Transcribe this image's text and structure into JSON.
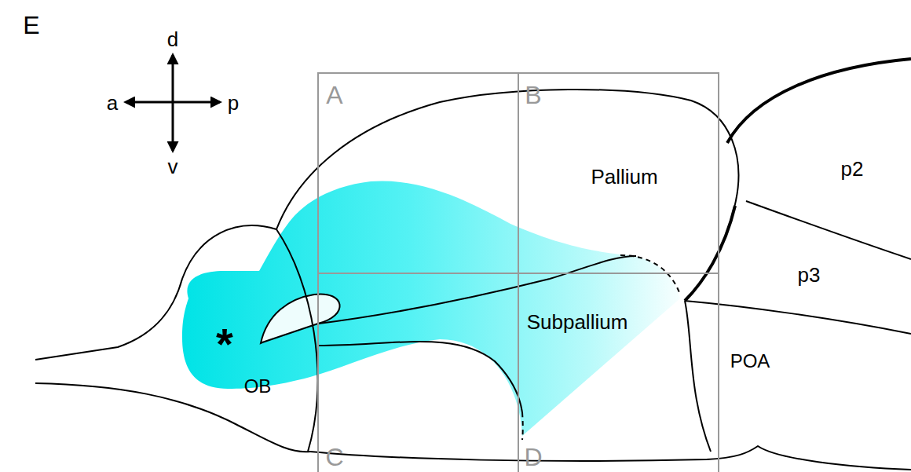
{
  "diagram": {
    "labels": [
      "E",
      "d",
      "a",
      "p",
      "v",
      "A",
      "B",
      "Pallium",
      "p2",
      "p3",
      "Subpallium",
      "*",
      "POA",
      "OB",
      "C",
      "D"
    ]
  }
}
